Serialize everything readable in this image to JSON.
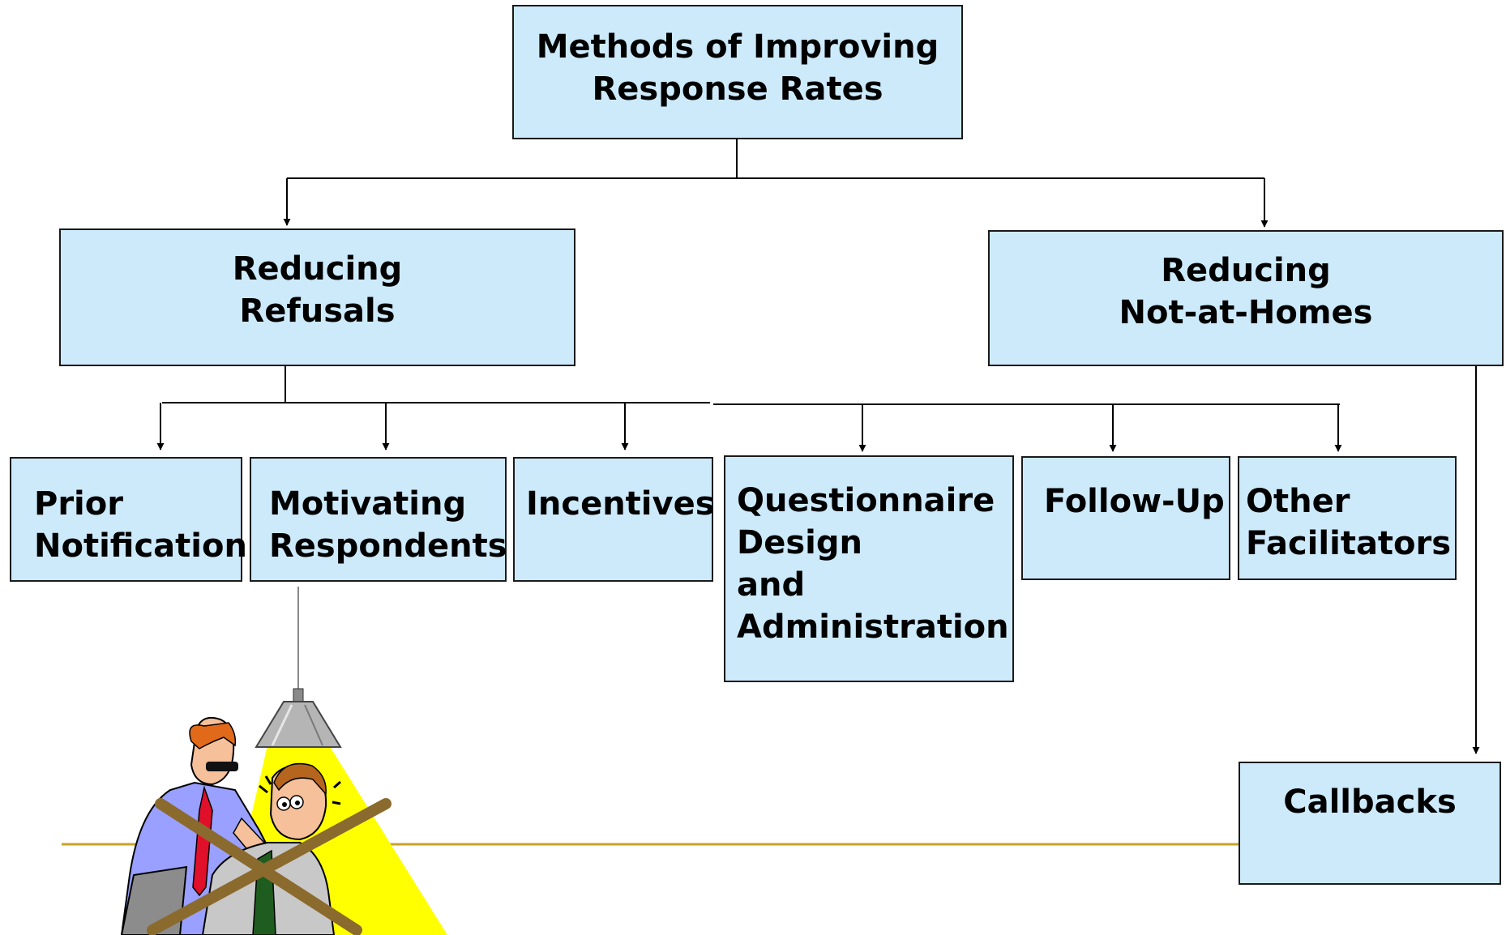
{
  "root": {
    "lines": [
      "Methods of Improving",
      "Response Rates"
    ]
  },
  "branches": {
    "refusals": {
      "lines": [
        "Reducing",
        "Refusals"
      ]
    },
    "not_at_homes": {
      "lines": [
        "Reducing",
        "Not-at-Homes"
      ]
    }
  },
  "methods": {
    "prior": {
      "lines": [
        "Prior",
        "Notification"
      ]
    },
    "motivating": {
      "lines": [
        "Motivating",
        "Respondents"
      ]
    },
    "incentives": {
      "lines": [
        "Incentives"
      ]
    },
    "questionnaire": {
      "lines": [
        "Questionnaire",
        "Design",
        "and",
        "Administration"
      ]
    },
    "followup": {
      "lines": [
        "Follow-Up"
      ]
    },
    "other": {
      "lines": [
        "Other",
        "Facilitators"
      ]
    },
    "callbacks": {
      "lines": [
        "Callbacks"
      ]
    }
  },
  "colors": {
    "box_fill": "#cdeafb",
    "border": "#1a1a1a",
    "divider": "#c9a227",
    "spotlight": "#ffff00",
    "cross": "#8b6a2e"
  },
  "illustration": {
    "icon": "interrogation-clipart-icon",
    "crossed_out": true
  }
}
